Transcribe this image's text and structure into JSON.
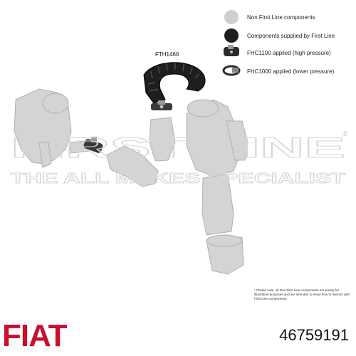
{
  "legend": {
    "items": [
      {
        "label": "Non First Line components",
        "swatch": "#c8c8c8"
      },
      {
        "label": "Components supplied by First Line",
        "swatch": "#1e1e1e"
      },
      {
        "label": "FHC1100 applied (high pressure)",
        "icon": "clamp-high-pressure-icon"
      },
      {
        "label": "FHC1000 applied (lower pressure)",
        "icon": "clamp-lower-pressure-icon"
      }
    ]
  },
  "part_label": "FTH1460",
  "watermark": {
    "line1": "FIRST LINE",
    "line2": "THE ALL MAKES SPECIALIST",
    "mark": "®"
  },
  "note": "* Please note: all Non First Line components are purely for illustrative purposes and are intended to show how to interact with First Line components.",
  "brand": "FIAT",
  "part_number": "46759191",
  "colors": {
    "light_component": "#cfcfcf",
    "dark_component": "#1e1e1e",
    "brand_red": "#c8102e"
  }
}
